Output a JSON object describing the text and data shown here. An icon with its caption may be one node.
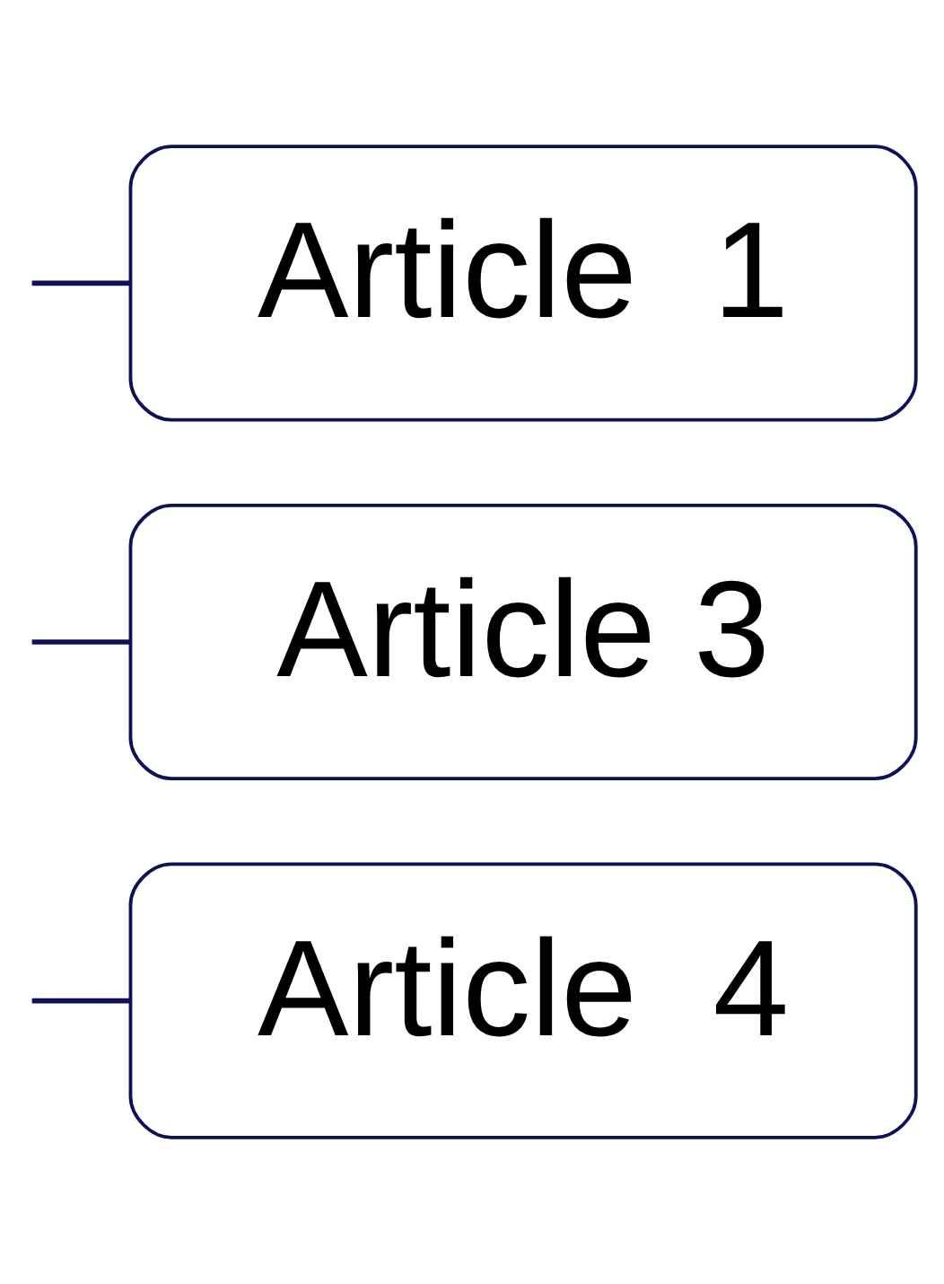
{
  "diagram": {
    "nodes": [
      {
        "text": [
          "Article  1"
        ]
      },
      {
        "text": [
          "Article 3"
        ]
      },
      {
        "text": [
          "Article  4"
        ]
      }
    ],
    "edges": [
      {
        "from": null,
        "to": 0,
        "arrow": "none"
      },
      {
        "from": null,
        "to": 1,
        "arrow": "none"
      },
      {
        "from": null,
        "to": 2,
        "arrow": "none"
      }
    ]
  }
}
